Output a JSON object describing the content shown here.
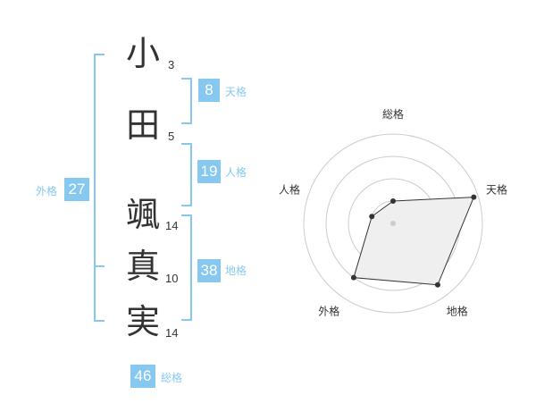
{
  "name": {
    "chars": [
      {
        "char": "小",
        "strokes": "3"
      },
      {
        "char": "田",
        "strokes": "5"
      },
      {
        "char": "颯",
        "strokes": "14"
      },
      {
        "char": "真",
        "strokes": "10"
      },
      {
        "char": "実",
        "strokes": "14"
      }
    ]
  },
  "fortunes": {
    "tenkaku": {
      "value": "8",
      "label": "天格"
    },
    "jinkaku": {
      "value": "19",
      "label": "人格"
    },
    "chikaku": {
      "value": "38",
      "label": "地格"
    },
    "gaikaku": {
      "value": "27",
      "label": "外格"
    },
    "soukaku": {
      "value": "46",
      "label": "総格"
    }
  },
  "colors": {
    "accent": "#86c8ef",
    "text": "#333333",
    "grid": "#cccccc"
  },
  "chart_data": {
    "type": "radar",
    "axes": [
      "総格",
      "天格",
      "地格",
      "外格",
      "人格"
    ],
    "rings": 4,
    "values": [
      0.25,
      0.95,
      0.85,
      0.75,
      0.25
    ]
  }
}
